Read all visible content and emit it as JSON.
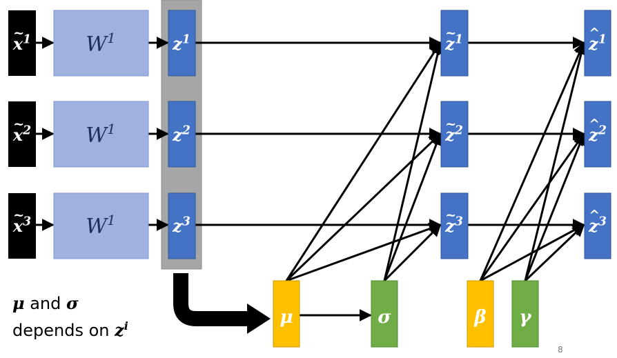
{
  "colors": {
    "black_box": "#000000",
    "w_box_fill": "#9fb1e1",
    "w_box_stroke": "#7f96d3",
    "z_box_fill": "#4472c4",
    "z_box_stroke": "#2f5597",
    "gray_group": "#a6a6a6",
    "mu_beta_fill": "#ffc000",
    "sigma_gamma_fill": "#70ad47",
    "arrow": "#000000"
  },
  "rows": [
    {
      "x_base": "x",
      "x_mark": "~",
      "x_sup": "1",
      "w_base": "W",
      "w_sup": "1",
      "z_base": "z",
      "z_sup": "1",
      "zt_base": "z",
      "zt_mark": "~",
      "zt_sup": "1",
      "zh_base": "z",
      "zh_mark": "^",
      "zh_sup": "1"
    },
    {
      "x_base": "x",
      "x_mark": "~",
      "x_sup": "2",
      "w_base": "W",
      "w_sup": "1",
      "z_base": "z",
      "z_sup": "2",
      "zt_base": "z",
      "zt_mark": "~",
      "zt_sup": "2",
      "zh_base": "z",
      "zh_mark": "^",
      "zh_sup": "2"
    },
    {
      "x_base": "x",
      "x_mark": "~",
      "x_sup": "3",
      "w_base": "W",
      "w_sup": "1",
      "z_base": "z",
      "z_sup": "3",
      "zt_base": "z",
      "zt_mark": "~",
      "zt_sup": "3",
      "zh_base": "z",
      "zh_mark": "^",
      "zh_sup": "3"
    }
  ],
  "params": {
    "mu": "μ",
    "sigma": "σ",
    "beta": "β",
    "gamma": "γ"
  },
  "caption": {
    "line1_mu": "μ",
    "line1_and": " and ",
    "line1_sigma": "σ",
    "line2_text": "depends on ",
    "line2_z": "z",
    "line2_sup": "i"
  },
  "page_number": "8"
}
